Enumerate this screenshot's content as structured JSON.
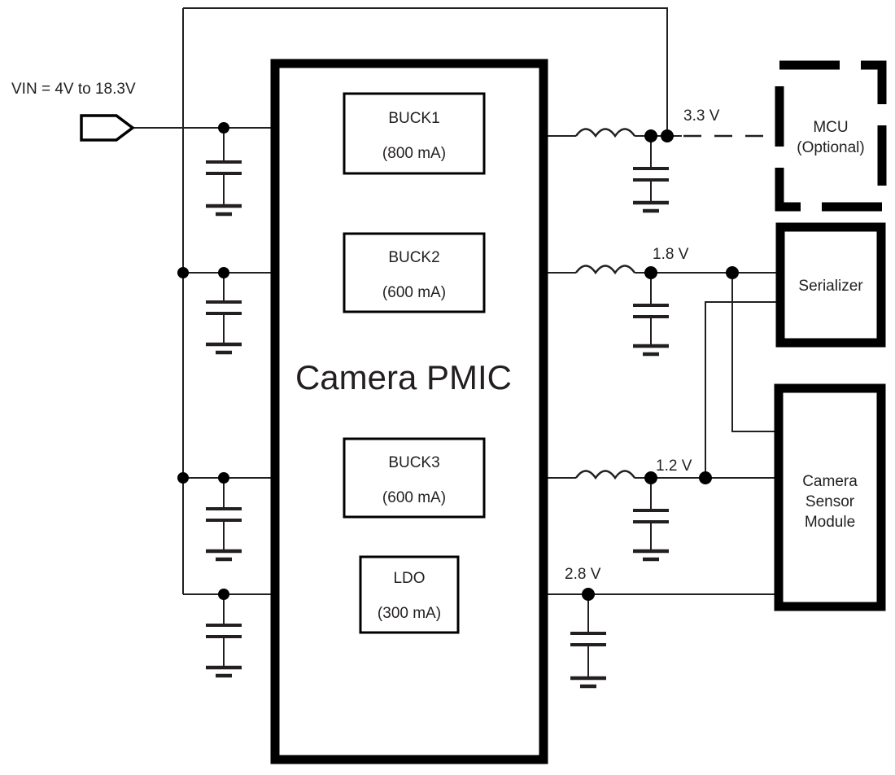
{
  "diagram": {
    "title": "Camera PMIC",
    "input_port": {
      "label": "VIN = 4V to 18.3V"
    },
    "pmic_blocks": [
      {
        "id": "buck1",
        "name": "BUCK1",
        "current": "(800 mA)"
      },
      {
        "id": "buck2",
        "name": "BUCK2",
        "current": "(600 mA)"
      },
      {
        "id": "buck3",
        "name": "BUCK3",
        "current": "(600 mA)"
      },
      {
        "id": "ldo",
        "name": "LDO",
        "current": "(300 mA)"
      }
    ],
    "rails": [
      {
        "id": "rail-3v3",
        "label": "3.3 V"
      },
      {
        "id": "rail-1v8",
        "label": "1.8 V"
      },
      {
        "id": "rail-1v2",
        "label": "1.2 V"
      },
      {
        "id": "rail-2v8",
        "label": "2.8 V"
      }
    ],
    "loads": [
      {
        "id": "mcu",
        "line1": "MCU",
        "line2": "(Optional)",
        "style": "dashed"
      },
      {
        "id": "serializer",
        "line1": "Serializer",
        "line2": "",
        "style": "solid"
      },
      {
        "id": "camera-sensor",
        "line1": "Camera",
        "line2": "Sensor",
        "line3": "Module",
        "style": "solid"
      }
    ],
    "colors": {
      "line": "#231f20",
      "block_border": "#000000",
      "background": "#ffffff"
    }
  }
}
